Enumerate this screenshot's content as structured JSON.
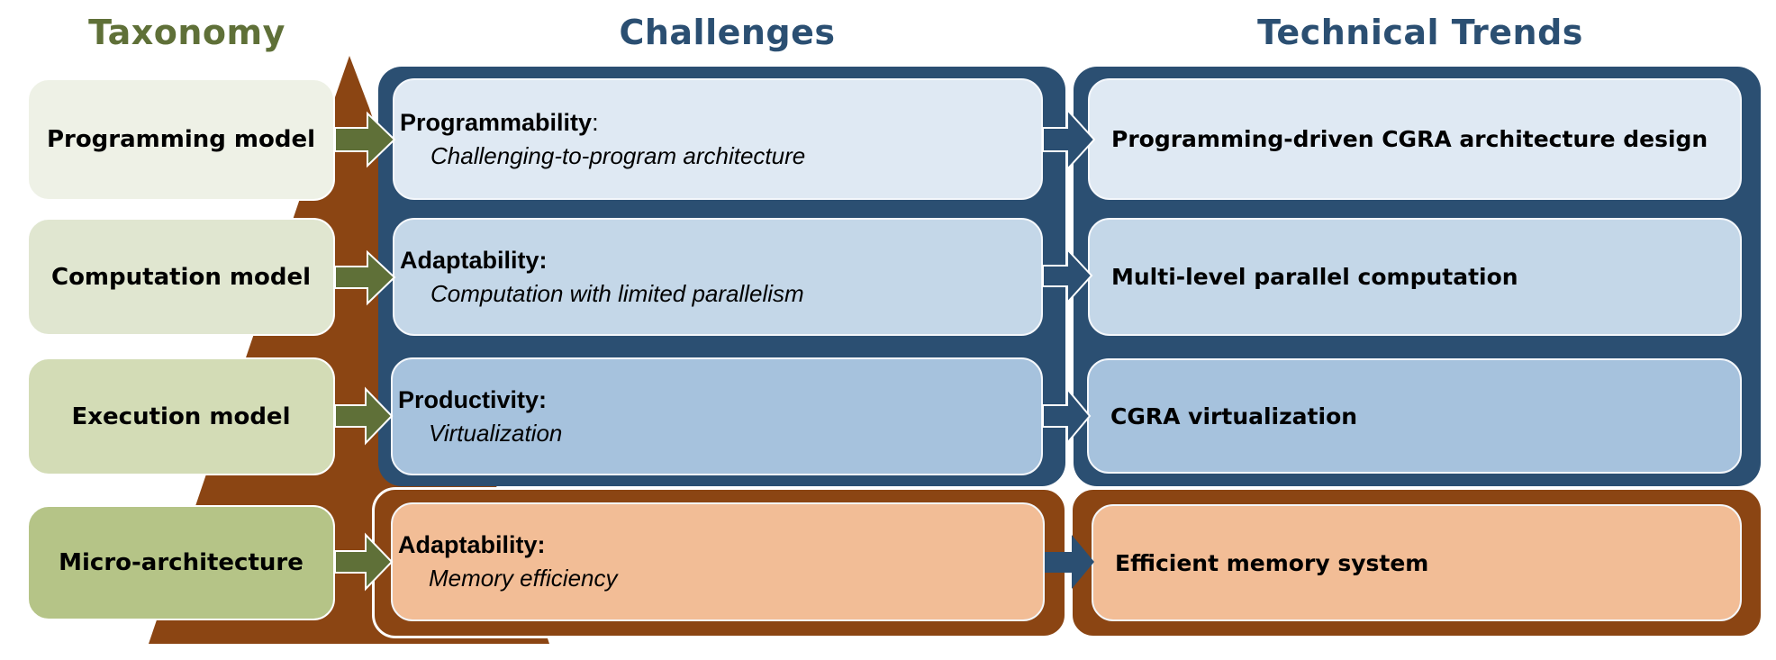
{
  "headers": {
    "taxonomy": "Taxonomy",
    "challenges": "Challenges",
    "technical_trends": "Technical Trends"
  },
  "rows": [
    {
      "taxonomy": "Programming model",
      "challenge_title": "Programmability",
      "challenge_colon": ":",
      "challenge_detail": "Challenging-to-program architecture",
      "trend": "Programming-driven CGRA architecture design"
    },
    {
      "taxonomy": "Computation model",
      "challenge_title": "Adaptability:",
      "challenge_colon": "",
      "challenge_detail": "Computation with limited parallelism",
      "trend": "Multi-level parallel computation"
    },
    {
      "taxonomy": "Execution model",
      "challenge_title": "Productivity:",
      "challenge_colon": "",
      "challenge_detail": "Virtualization",
      "trend": "CGRA virtualization"
    },
    {
      "taxonomy": "Micro-architecture",
      "challenge_title": "Adaptability:",
      "challenge_colon": "",
      "challenge_detail": "Memory efficiency",
      "trend": "Efficient memory system"
    }
  ],
  "colors": {
    "taxonomy_title": "#5F7038",
    "column_title": "#2B4F72",
    "navy_panel": "#2B4F72",
    "brown_panel": "#8B4513",
    "pyramid": "#8B4513",
    "green_arrow": "#5F7038",
    "taxonomy_fills": [
      "#EEF1E6",
      "#E0E6D0",
      "#D3DCB6",
      "#B5C487"
    ],
    "card_fills": [
      "#DFE9F3",
      "#C4D7E8",
      "#A6C2DD",
      "#F2BD96"
    ]
  }
}
